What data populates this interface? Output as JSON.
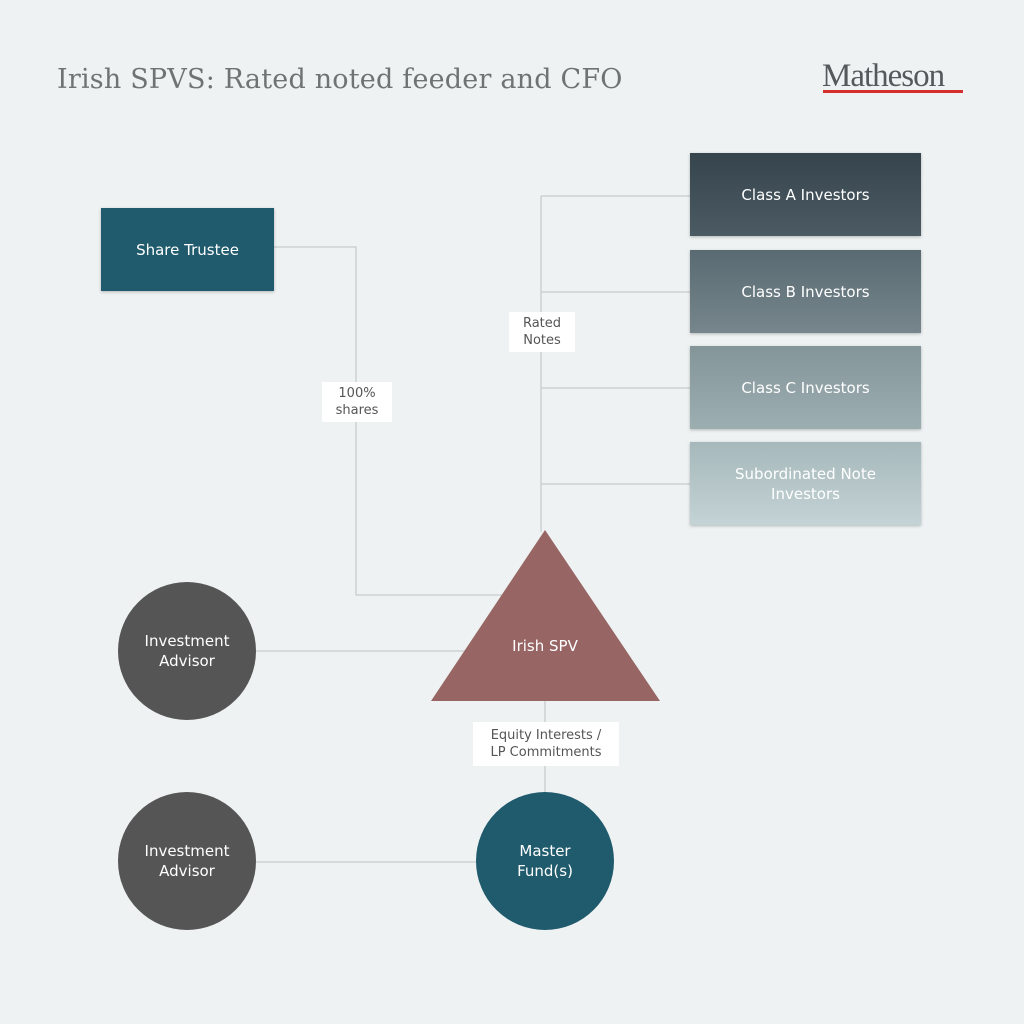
{
  "title": "Irish SPVS: Rated noted feeder and CFO",
  "logo": "Matheson",
  "colors": {
    "background": "#eef2f2",
    "teal": "#1f5a6d",
    "spv": "#986565",
    "advisor": "#555555",
    "accent": "#d6302e"
  },
  "nodes": {
    "share_trustee": "Share Trustee",
    "class_a": "Class A Investors",
    "class_b": "Class B Investors",
    "class_c": "Class C Investors",
    "subordinated": "Subordinated Note Investors",
    "irish_spv": "Irish SPV",
    "advisor_1": "Investment Advisor",
    "advisor_2": "Investment Advisor",
    "master_fund": "Master Fund(s)"
  },
  "labels": {
    "shares": "100% shares",
    "rated_notes": "Rated Notes",
    "equity": "Equity Interests / LP Commitments"
  }
}
